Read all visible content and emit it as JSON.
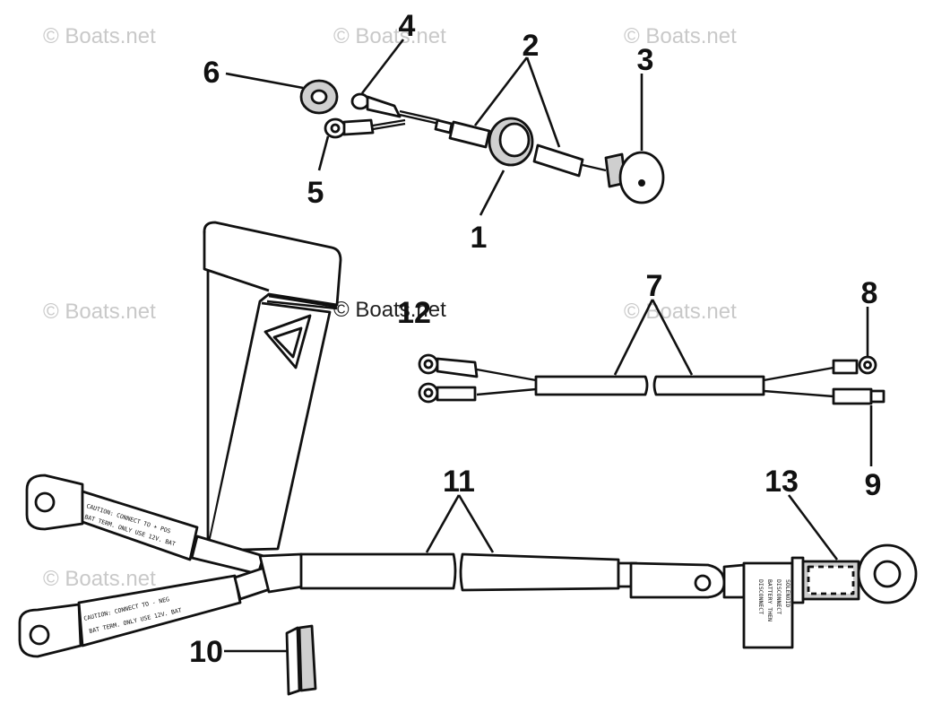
{
  "watermark": "© Boats.net",
  "callouts": {
    "c1": "1",
    "c2": "2",
    "c3": "3",
    "c4": "4",
    "c5": "5",
    "c6": "6",
    "c7": "7",
    "c8": "8",
    "c9": "9",
    "c10": "10",
    "c11": "11",
    "c12": "12",
    "c13": "13"
  },
  "labels": {
    "caution_pos_1": "CAUTION: CONNECT TO + POS",
    "caution_pos_2": "BAT TERM. ONLY USE 12V. BAT",
    "caution_neg_1": "CAUTION: CONNECT TO - NEG",
    "caution_neg_2": "BAT TERM. ONLY USE 12V. BAT",
    "disconnect_1": "DISCONNECT",
    "disconnect_2": "BATTERY THEN",
    "disconnect_3": "DISCONNECT",
    "disconnect_4": "SOLENOID"
  },
  "colors": {
    "line": "#111111",
    "shade": "#cfcfcf",
    "watermark": "#c9c9c9"
  }
}
